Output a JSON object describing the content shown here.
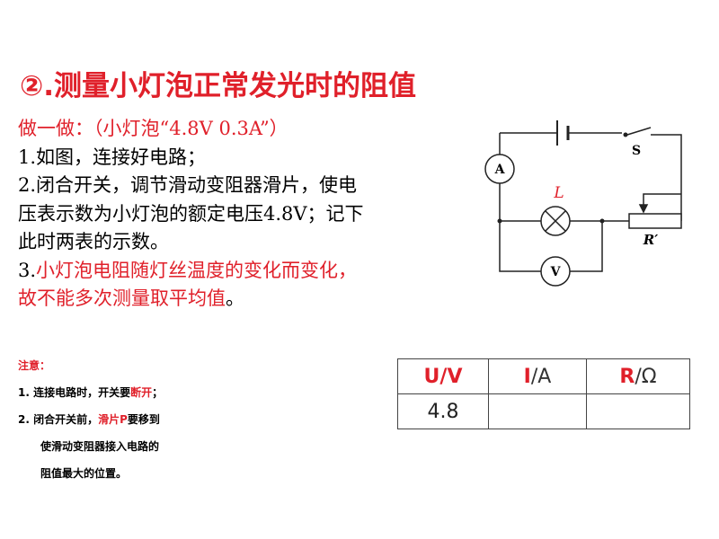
{
  "title": "②.测量小灯泡正常发光时的阻值",
  "instructions": {
    "heading": "做一做：（小灯泡“4.8V  0.3A”）",
    "step1": "1.如图，连接好电路；",
    "step2_line1": "2.闭合开关，调节滑动变阻器滑片，使电",
    "step2_line2": "压表示数为小灯泡的额定电压4.8V；记下",
    "step2_line3": "此时两表的示数。",
    "step3_number": "3.",
    "step3_line1": "小灯泡电阻随灯丝温度的变化而变化，",
    "step3_line2": "故不能多次测量取平均值",
    "step3_end": "。"
  },
  "circuit": {
    "ammeter_label": "A",
    "voltmeter_label": "V",
    "switch_label": "S",
    "lamp_label": "L",
    "rheostat_label": "R′"
  },
  "notes": {
    "heading": "注意：",
    "item1_prefix": "1.  连接电路时，开关要",
    "item1_highlight": "断开",
    "item1_suffix": "；",
    "item2_prefix": "2.  闭合开关前，",
    "item2_highlight": "滑片P",
    "item2_suffix": "要移到",
    "item2_line2": "使滑动变阻器接入电路的",
    "item2_line3": "阻值最大的位置。"
  },
  "table": {
    "headers": [
      {
        "symbol": "U",
        "unit": "/V"
      },
      {
        "symbol": "I",
        "unit": "/A"
      },
      {
        "symbol": "R",
        "unit": "/Ω"
      }
    ],
    "rows": [
      [
        "4.8",
        "",
        ""
      ]
    ]
  },
  "colors": {
    "accent": "#e0202a"
  }
}
